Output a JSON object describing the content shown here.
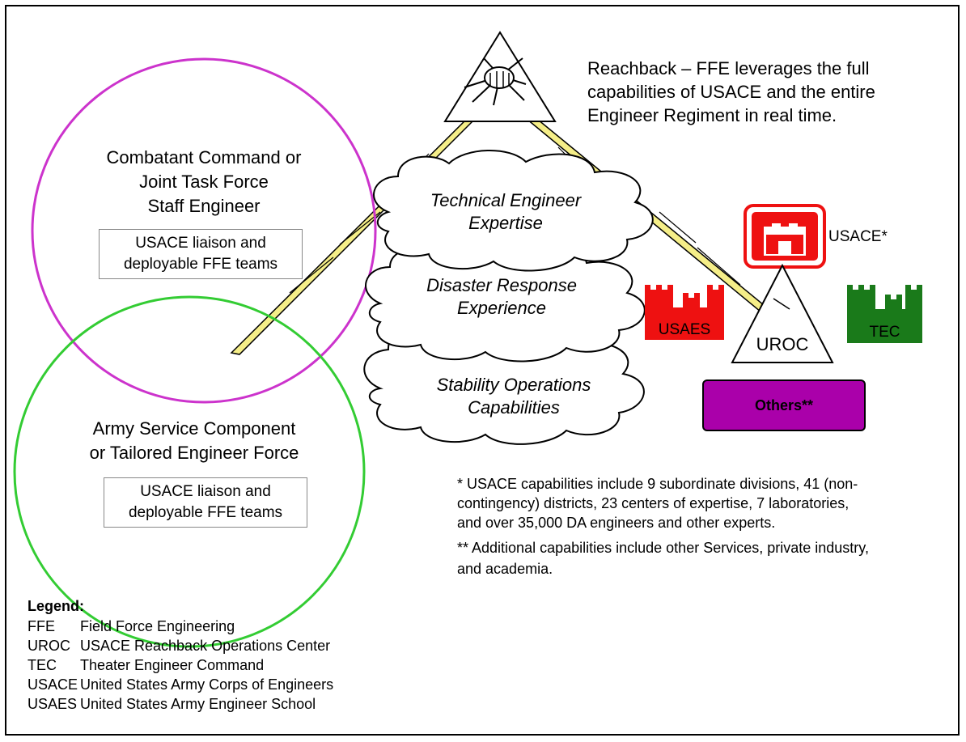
{
  "reachback_text": {
    "line1": "Reachback – FFE leverages the full",
    "line2": "capabilities of USACE and the entire",
    "line3": "Engineer Regiment in real time."
  },
  "combatant": {
    "line1": "Combatant Command or",
    "line2": "Joint Task Force",
    "line3": "Staff Engineer",
    "box_line1": "USACE liaison and",
    "box_line2": "deployable FFE teams"
  },
  "army": {
    "line1": "Army Service Component",
    "line2": "or Tailored Engineer Force",
    "box_line1": "USACE liaison and",
    "box_line2": "deployable FFE teams"
  },
  "clouds": [
    {
      "line1": "Technical Engineer",
      "line2": "Expertise"
    },
    {
      "line1": "Disaster Response",
      "line2": "Experience"
    },
    {
      "line1": "Stability Operations",
      "line2": "Capabilities"
    }
  ],
  "orgs": {
    "usace": "USACE*",
    "usaes": "USAES",
    "uroc": "UROC",
    "tec": "TEC",
    "others": "Others**"
  },
  "notes": {
    "note1_line1": "* USACE capabilities include 9 subordinate divisions, 41 (non-",
    "note1_line2": "contingency) districts, 23 centers of expertise, 7 laboratories,",
    "note1_line3": "and over 35,000 DA engineers and other experts.",
    "note2_line1": "** Additional capabilities include other Services, private industry,",
    "note2_line2": "and academia."
  },
  "legend": {
    "title": "Legend:",
    "items": [
      {
        "abbr": "FFE",
        "text": "Field Force Engineering"
      },
      {
        "abbr": "UROC",
        "text": "USACE Reachback Operations Center"
      },
      {
        "abbr": "TEC",
        "text": "Theater Engineer Command"
      },
      {
        "abbr": "USACE",
        "text": "United States Army Corps of Engineers"
      },
      {
        "abbr": "USAES",
        "text": "United States Army Engineer School"
      }
    ]
  },
  "colors": {
    "combatant_circle": "#cc33cc",
    "army_circle": "#33cc33",
    "usace_red": "#ee1111",
    "tec_green": "#1a7a1a",
    "others_purple": "#aa00aa",
    "beam_yellow": "#f5ee88"
  }
}
